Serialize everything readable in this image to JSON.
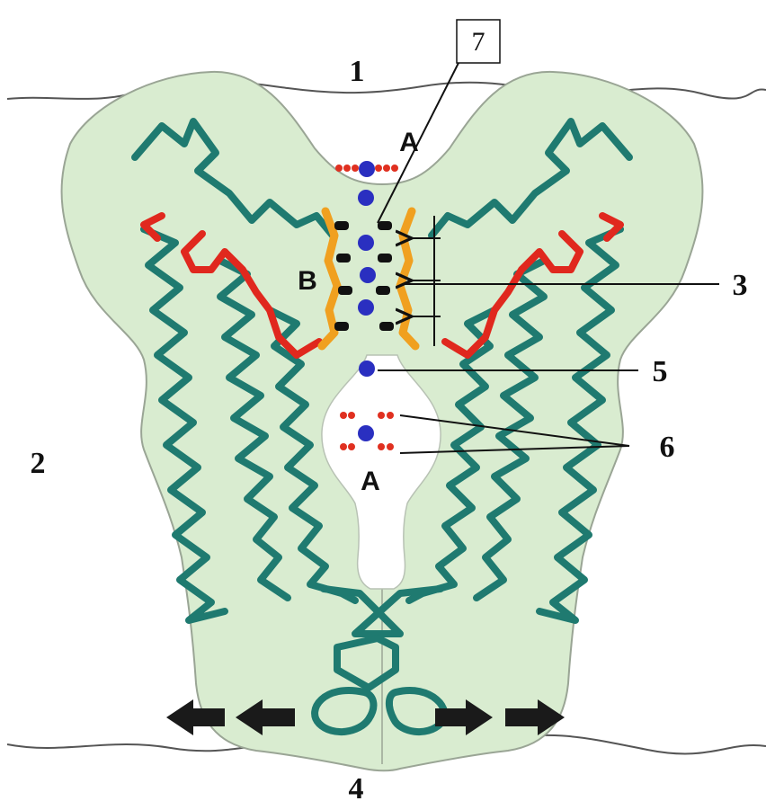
{
  "diagram": {
    "labels": {
      "one": "1",
      "two": "2",
      "three": "3",
      "four": "4",
      "five": "5",
      "six": "6",
      "seven": "7",
      "a_top": "A",
      "a_bottom": "A",
      "b": "B"
    },
    "colors": {
      "membrane_fill": "#d9ecd0",
      "membrane_outline": "#9aa595",
      "helix": "#1f7a70",
      "loop_red": "#e0281e",
      "filter_orange": "#f0a020",
      "ion_blue": "#2a2fc0",
      "water_red": "#e03020",
      "carbonyl_black": "#111111",
      "arrow_black": "#1a1a1a"
    }
  }
}
